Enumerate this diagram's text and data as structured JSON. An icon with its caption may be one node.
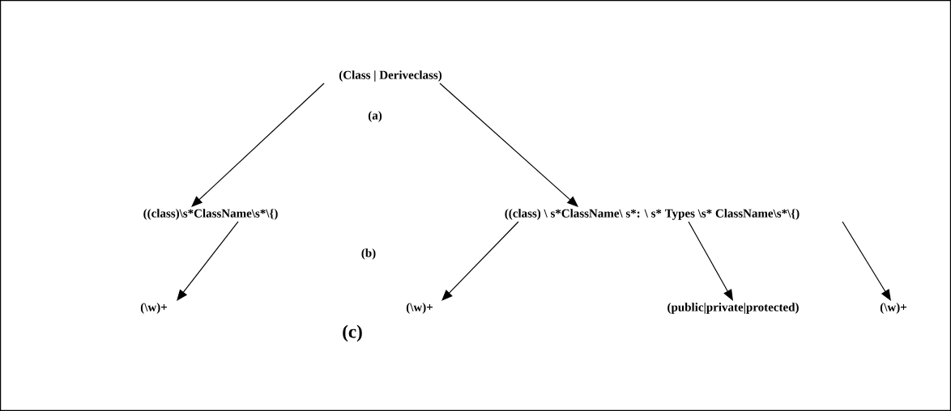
{
  "diagram": {
    "nodes": [
      {
        "text": [
          "(Class | Deriveclass)"
        ]
      },
      {
        "text": [
          "((class)\\s*ClassName\\s*\\{)"
        ]
      },
      {
        "text": [
          "((class) \\ s*ClassName\\ s*: \\ s* Types \\s* ClassName\\s*\\{)"
        ]
      },
      {
        "text": [
          "(\\w)+"
        ]
      },
      {
        "text": [
          "(\\w)+"
        ]
      },
      {
        "text": [
          "(public|private|protected)"
        ]
      },
      {
        "text": [
          "(\\w)+"
        ]
      }
    ],
    "edges": [
      {
        "from": 0,
        "to": 1,
        "arrow": "to"
      },
      {
        "from": 0,
        "to": 2,
        "arrow": "to"
      },
      {
        "from": 1,
        "to": 3,
        "arrow": "to"
      },
      {
        "from": 2,
        "to": 4,
        "arrow": "to"
      },
      {
        "from": 2,
        "to": 5,
        "arrow": "to"
      },
      {
        "from": 2,
        "to": 6,
        "arrow": "to"
      }
    ],
    "labels": [
      "(a)",
      "(b)",
      "(c)"
    ]
  }
}
